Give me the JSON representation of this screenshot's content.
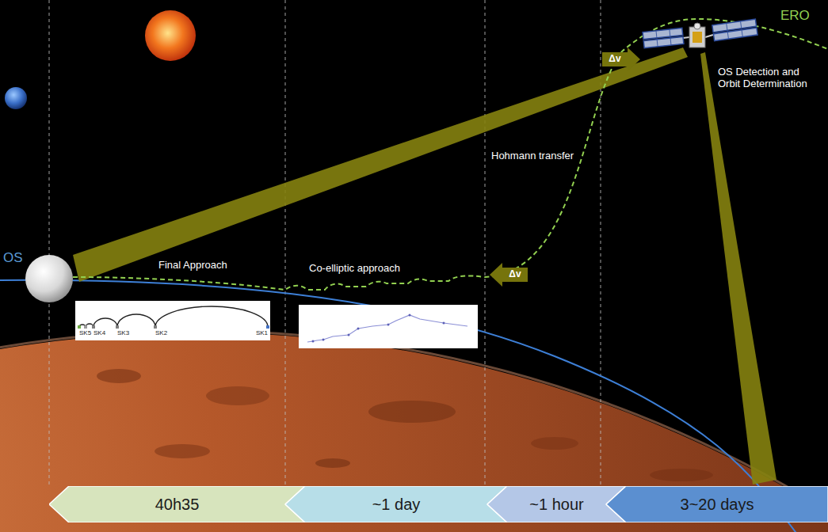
{
  "diagram": {
    "nodes": [
      {
        "text": [
          "SK5",
          "SK4",
          "SK3",
          "SK2",
          "SK1"
        ]
      },
      {
        "text": [
          "40h35"
        ]
      },
      {
        "text": [
          "~1 day"
        ]
      },
      {
        "text": [
          "~1 hour"
        ]
      },
      {
        "text": [
          "3~20 days"
        ]
      }
    ],
    "labels": [
      "OS",
      "Final Approach",
      "Co-elliptic approach",
      "Δv",
      "Hohmann transfer",
      "Δv",
      "ERO",
      "OS Detection and Orbit Determination"
    ]
  }
}
